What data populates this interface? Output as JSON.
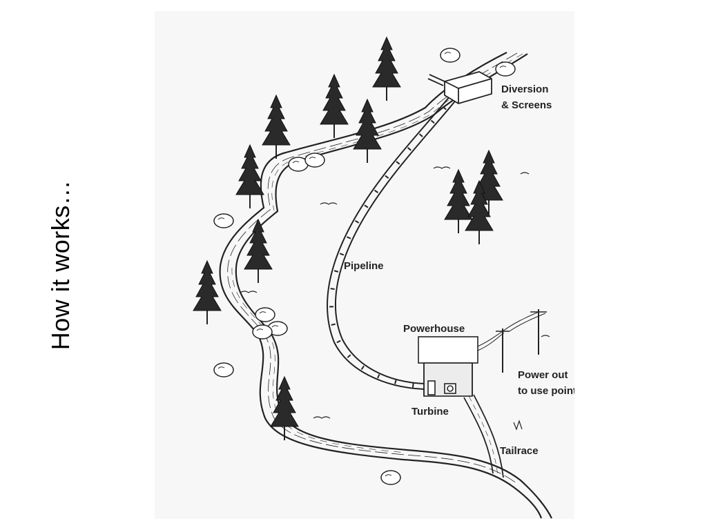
{
  "slide": {
    "title": "How it works…"
  },
  "diagram": {
    "labels": {
      "diversion_line1": "Diversion",
      "diversion_line2": "& Screens",
      "pipeline": "Pipeline",
      "powerhouse": "Powerhouse",
      "power_out_line1": "Power out",
      "power_out_line2": "to use point",
      "turbine": "Turbine",
      "tailrace": "Tailrace"
    },
    "colors": {
      "ink": "#222222",
      "paper": "#f7f7f7"
    }
  }
}
